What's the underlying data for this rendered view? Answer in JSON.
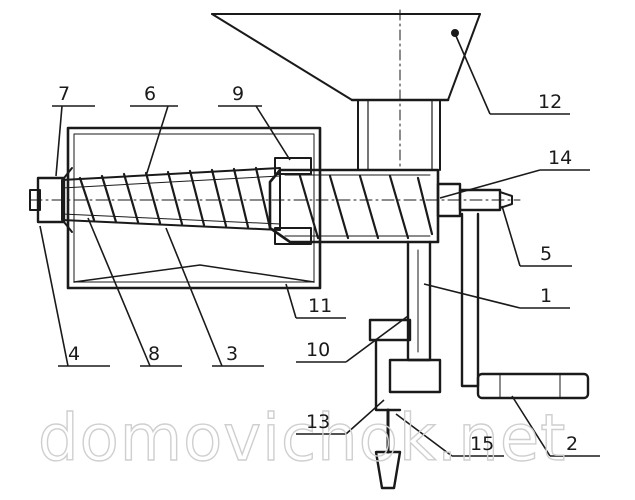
{
  "callouts": [
    {
      "id": "c7",
      "text": "7"
    },
    {
      "id": "c6",
      "text": "6"
    },
    {
      "id": "c9",
      "text": "9"
    },
    {
      "id": "c12",
      "text": "12"
    },
    {
      "id": "c14",
      "text": "14"
    },
    {
      "id": "c5",
      "text": "5"
    },
    {
      "id": "c1",
      "text": "1"
    },
    {
      "id": "c11",
      "text": "11"
    },
    {
      "id": "c10",
      "text": "10"
    },
    {
      "id": "c4",
      "text": "4"
    },
    {
      "id": "c8",
      "text": "8"
    },
    {
      "id": "c3",
      "text": "3"
    },
    {
      "id": "c13",
      "text": "13"
    },
    {
      "id": "c15",
      "text": "15"
    },
    {
      "id": "c2",
      "text": "2"
    }
  ],
  "watermark": "domovichok.net",
  "colors": {
    "line": "#1a1a1a",
    "watermark": "#cfcfcf",
    "background": "#ffffff"
  }
}
